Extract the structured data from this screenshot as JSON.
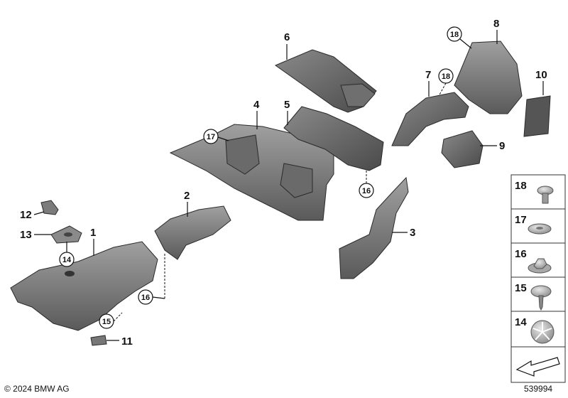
{
  "callouts": {
    "p1": "1",
    "p2": "2",
    "p3": "3",
    "p4": "4",
    "p5": "5",
    "p6": "6",
    "p7": "7",
    "p8": "8",
    "p9": "9",
    "p10": "10",
    "p11": "11",
    "p12": "12",
    "p13": "13"
  },
  "circled": {
    "c14": "14",
    "c15": "15",
    "c16a": "16",
    "c16b": "16",
    "c17": "17",
    "c18a": "18",
    "c18b": "18"
  },
  "legend": [
    "18",
    "17",
    "16",
    "15",
    "14"
  ],
  "copyright": "© 2024 BMW AG",
  "diagram_number": "539994",
  "colors": {
    "part_dark": "#5e5e5e",
    "part_mid": "#7a7a7a",
    "part_light": "#9a9a9a",
    "line": "#111111"
  }
}
